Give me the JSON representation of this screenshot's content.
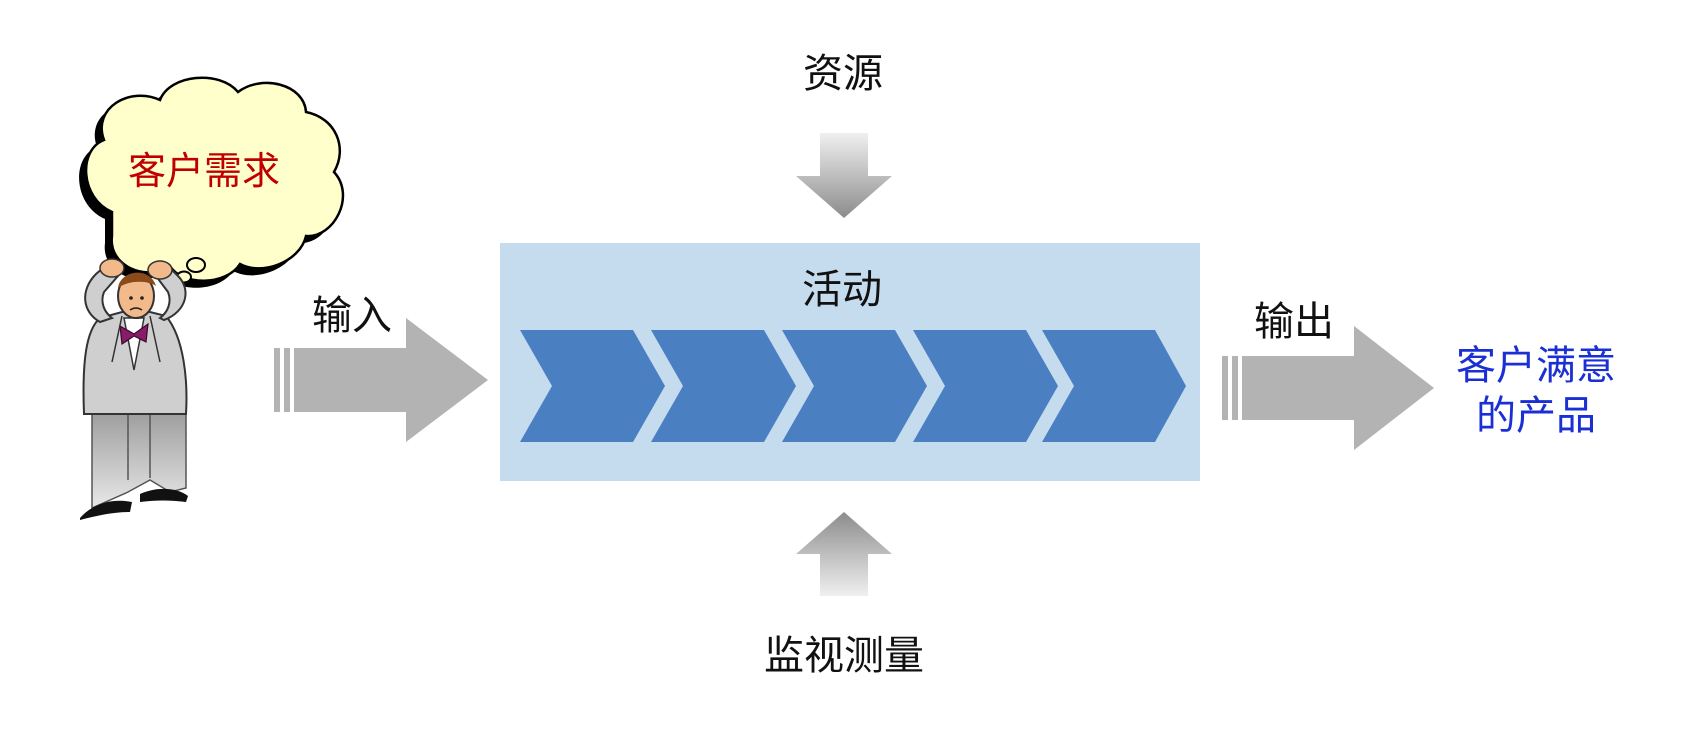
{
  "customer": {
    "need_label": "客户需求",
    "need_color": "#c00000",
    "cloud_fill": "#ffffcc",
    "figure_icon": "worried-person-icon"
  },
  "input_label": "输入",
  "resources_label": "资源",
  "activity": {
    "title": "活动",
    "box_color": "#c5dbee",
    "chevron_color": "#4a7fc1",
    "chevron_count": 5
  },
  "output_label": "输出",
  "monitor_label": "监视测量",
  "result": {
    "line1": "客户满意",
    "line2": "的产品",
    "color": "#1a2fd4"
  },
  "arrow_color": "#b3b3b3"
}
